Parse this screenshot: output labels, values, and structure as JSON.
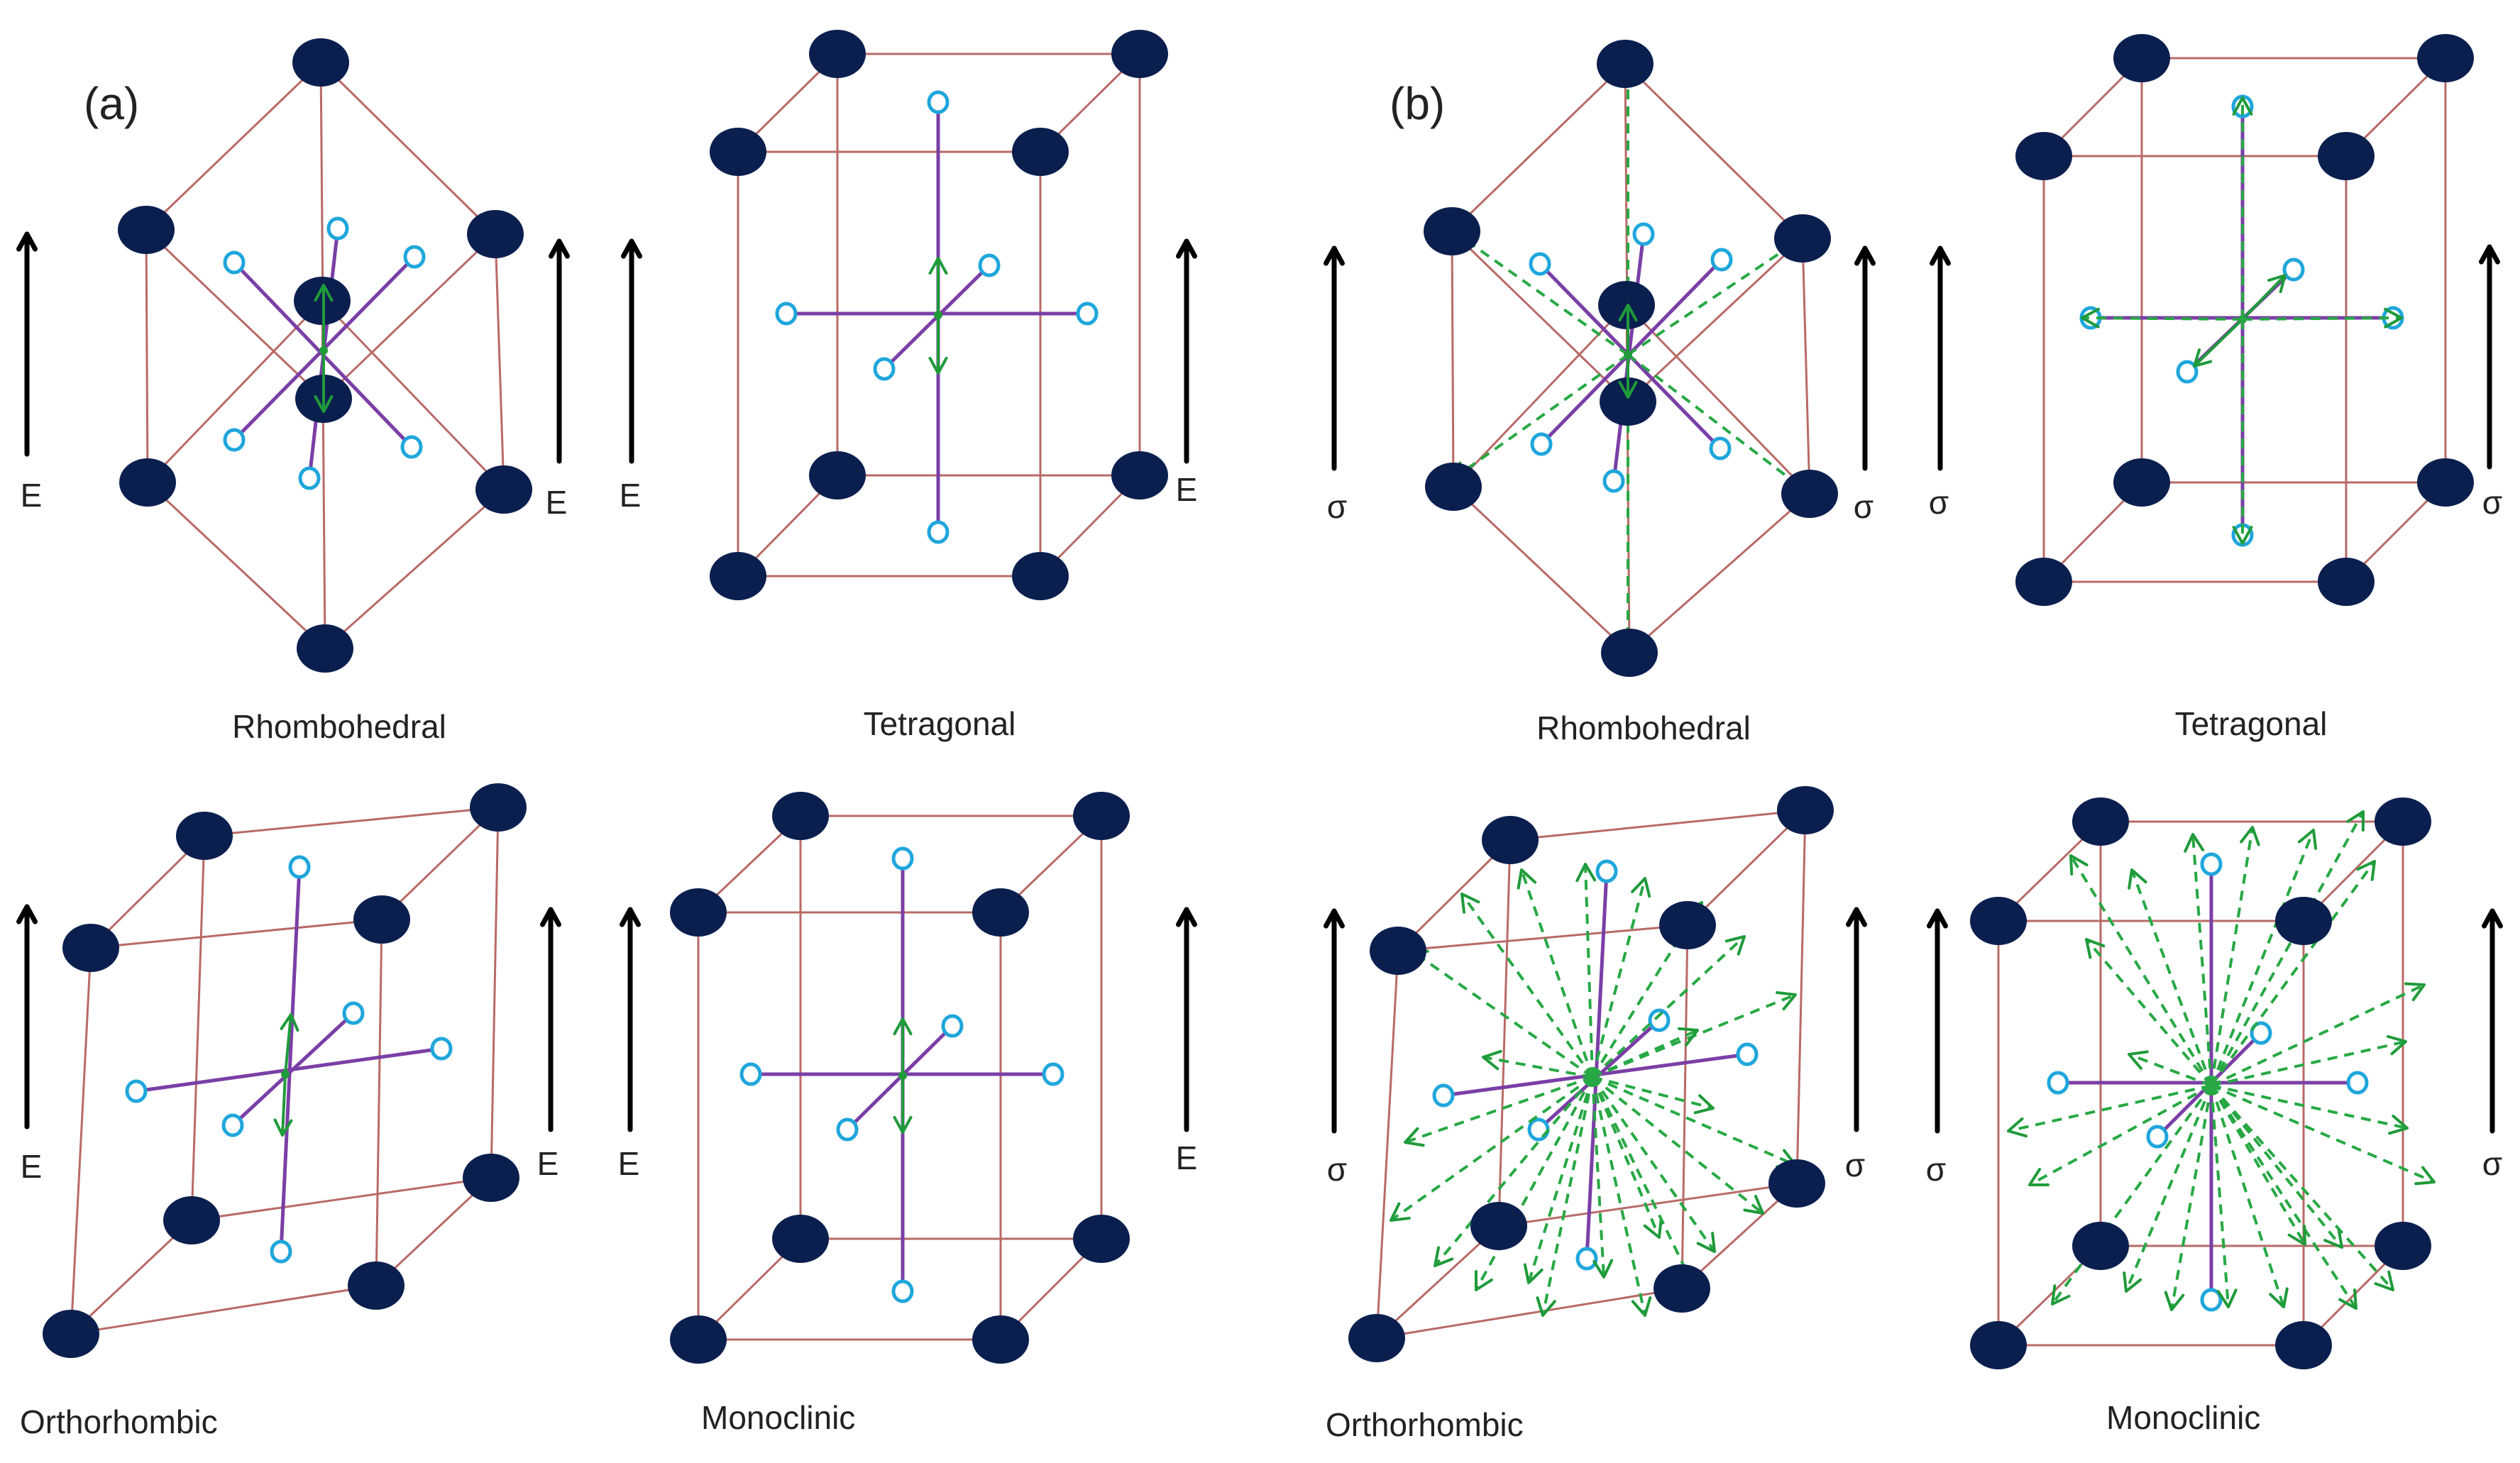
{
  "panels": [
    {
      "id": "a",
      "letter": "(a)",
      "field": "E"
    },
    {
      "id": "b",
      "letter": "(b)",
      "field": "σ"
    }
  ],
  "structures": [
    "Rhombohedral",
    "Tetragonal",
    "Rhombohedral",
    "Tetragonal",
    "Orthorhombic",
    "Monoclinic",
    "Orthorhombic",
    "Monoclinic"
  ],
  "colors": {
    "cation": "#0b1f4f",
    "oxygen_site": "#1fa6dc",
    "polarization_axis": "#7a3fa6",
    "polarization_direction": "#1f9a3a",
    "cell_edge": "#b86a66",
    "field_arrow": "#000000"
  },
  "polarization_directions": {
    "Rhombohedral": 8,
    "Tetragonal": 6,
    "Orthorhombic": 12,
    "Monoclinic": 24
  }
}
